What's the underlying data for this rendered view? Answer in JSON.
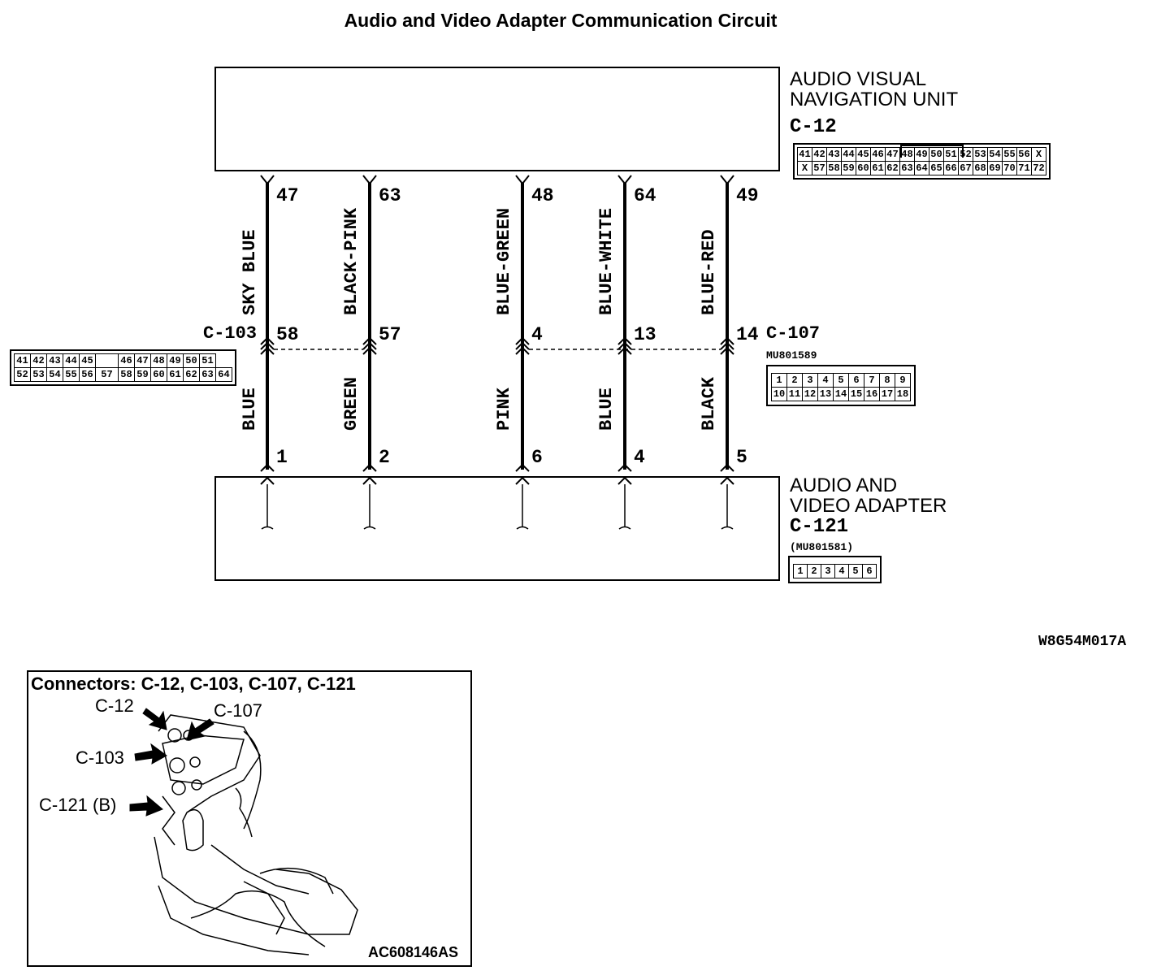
{
  "title": "Audio and Video Adapter Communication Circuit",
  "units": {
    "top": {
      "name": "AUDIO VISUAL\nNAVIGATION UNIT",
      "connector": "C-12"
    },
    "bottom": {
      "name": "AUDIO AND\nVIDEO ADAPTER",
      "connector": "C-121",
      "part_no": "(MU801581)"
    }
  },
  "wires": [
    {
      "top_pin": "47",
      "top_color": "SKY BLUE",
      "mid_pin": "58",
      "bottom_color": "BLUE",
      "bottom_pin": "1"
    },
    {
      "top_pin": "63",
      "top_color": "BLACK-PINK",
      "mid_pin": "57",
      "bottom_color": "GREEN",
      "bottom_pin": "2"
    },
    {
      "top_pin": "48",
      "top_color": "BLUE-GREEN",
      "mid_pin": "4",
      "bottom_color": "PINK",
      "bottom_pin": "6"
    },
    {
      "top_pin": "64",
      "top_color": "BLUE-WHITE",
      "mid_pin": "13",
      "bottom_color": "BLUE",
      "bottom_pin": "4"
    },
    {
      "top_pin": "49",
      "top_color": "BLUE-RED",
      "mid_pin": "14",
      "bottom_color": "BLACK",
      "bottom_pin": "5"
    }
  ],
  "inline_connectors": {
    "left": {
      "id": "C-103"
    },
    "right": {
      "id": "C-107",
      "part_no": "MU801589"
    }
  },
  "pinouts": {
    "c12_row1": [
      "41",
      "42",
      "43",
      "44",
      "45",
      "46",
      "47",
      "48",
      "49",
      "50",
      "51",
      "52",
      "53",
      "54",
      "55",
      "56",
      "X"
    ],
    "c12_row2": [
      "X",
      "57",
      "58",
      "59",
      "60",
      "61",
      "62",
      "63",
      "64",
      "65",
      "66",
      "67",
      "68",
      "69",
      "70",
      "71",
      "72"
    ],
    "c103_row1": [
      "41",
      "42",
      "43",
      "44",
      "45",
      "",
      "46",
      "47",
      "48",
      "49",
      "50",
      "51"
    ],
    "c103_row2": [
      "52",
      "53",
      "54",
      "55",
      "56",
      "57",
      "58",
      "59",
      "60",
      "61",
      "62",
      "63",
      "64"
    ],
    "c107_row1": [
      "1",
      "2",
      "3",
      "4",
      "5",
      "6",
      "7",
      "8",
      "9"
    ],
    "c107_row2": [
      "10",
      "11",
      "12",
      "13",
      "14",
      "15",
      "16",
      "17",
      "18"
    ],
    "c121_row1": [
      "1",
      "2",
      "3",
      "4",
      "5",
      "6"
    ]
  },
  "diagram_code": "W8G54M017A",
  "location": {
    "title": "Connectors: C-12, C-103, C-107, C-121",
    "labels": [
      "C-12",
      "C-107",
      "C-103",
      "C-121 (B)"
    ],
    "code": "AC608146AS"
  }
}
